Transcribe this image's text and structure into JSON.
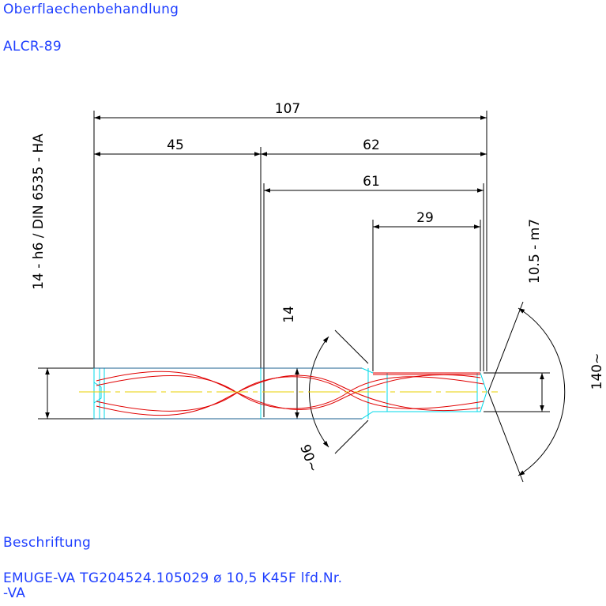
{
  "header": {
    "surface_label": "Oberflaechenbehandlung",
    "coating": "ALCR-89"
  },
  "footer": {
    "marking_label": "Beschriftung",
    "marking_line1": "EMUGE-VA  TG204524.105029    ø 10,5    K45F   lfd.Nr.",
    "marking_line2": "-VA"
  },
  "drawing": {
    "dim_overall": "107",
    "dim_shank": "45",
    "dim_body": "62",
    "dim_flute": "61",
    "dim_tip": "29",
    "shank_spec": "14 - h6 / DIN 6535 - HA",
    "shank_dia": "14",
    "tip_dia": "10.5 - m7",
    "angle_step": "90~",
    "angle_point": "140~"
  },
  "colors": {
    "annotation": "#1f3fff",
    "outline": "#00d8e8",
    "flute": "#e00000",
    "centerline": "#e8d000",
    "dimension": "#000000"
  }
}
